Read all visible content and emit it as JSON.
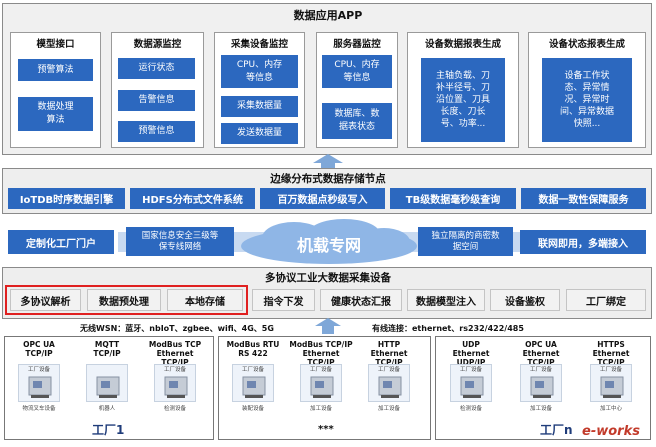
{
  "top_app": {
    "title": "数据应用APP",
    "modules": [
      {
        "title": "模型接口",
        "items": [
          "预警算法",
          "数据处理\n算法"
        ]
      },
      {
        "title": "数据源监控",
        "items": [
          "运行状态",
          "告警信息",
          "预警信息"
        ]
      },
      {
        "title": "采集设备监控",
        "items": [
          "CPU、内存\n等信息",
          "采集数据量",
          "发送数据量"
        ]
      },
      {
        "title": "服务器监控",
        "items": [
          "CPU、内存\n等信息",
          "数据库、数\n据表状态"
        ]
      },
      {
        "title": "设备数据报表生成",
        "items": [
          "主轴负载、刀\n补半径号、刀\n沿位置、刀具\n长度、刀长\n号、功率..."
        ]
      },
      {
        "title": "设备状态报表生成",
        "items": [
          "设备工作状\n态、异常情\n况、异常时\n间、异常数据\n快照..."
        ]
      }
    ]
  },
  "edge_storage": {
    "title": "边缘分布式数据存储节点",
    "items": [
      "IoTDB时序数据引擎",
      "HDFS分布式文件系统",
      "百万数据点秒级写入",
      "TB级数据毫秒级查询",
      "数据一致性保障服务"
    ]
  },
  "network": {
    "left": "定制化工厂门户",
    "left_mid": "国家信息安全三级等\n保专线网络",
    "center": "机载专网",
    "right_mid": "独立隔离的商密数\n据空间",
    "right": "联网即用，多端接入"
  },
  "collector": {
    "title": "多协议工业大数据采集设备",
    "items": [
      "多协议解析",
      "数据预处理",
      "本地存储",
      "指令下发",
      "健康状态汇报",
      "数据模型注入",
      "设备鉴权",
      "工厂绑定"
    ]
  },
  "connections": {
    "wireless": "无线WSN：蓝牙、nbIoT、zgbee、wifi、4G、5G",
    "wired": "有线连接：ethernet、rs232/422/485"
  },
  "factories": [
    {
      "label": "工厂1",
      "devices": [
        {
          "proto": "OPC UA\nTCP/IP",
          "tag": "工厂设备",
          "caption": "物流叉车设备"
        },
        {
          "proto": "MQTT\nTCP/IP",
          "tag": "",
          "caption": "机器人"
        },
        {
          "proto": "ModBus TCP\nEthernet TCP/IP",
          "tag": "工厂设备",
          "caption": "检测设备"
        }
      ]
    },
    {
      "label": "***",
      "devices": [
        {
          "proto": "ModBus RTU\nRS 422",
          "tag": "工厂设备",
          "caption": "装配设备"
        },
        {
          "proto": "ModBus TCP/IP\nEthernet TCP/IP",
          "tag": "工厂设备",
          "caption": "加工设备"
        },
        {
          "proto": "HTTP\nEthernet TCP/IP",
          "tag": "工厂设备",
          "caption": "加工设备"
        }
      ]
    },
    {
      "label": "工厂n",
      "devices": [
        {
          "proto": "UDP\nEthernet UDP/IP",
          "tag": "工厂设备",
          "caption": "检测设备"
        },
        {
          "proto": "OPC UA\nEthernet TCP/IP",
          "tag": "工厂设备",
          "caption": "加工设备"
        },
        {
          "proto": "HTTPS\nEthernet TCP/IP",
          "tag": "工厂设备",
          "caption": "加工中心"
        }
      ]
    }
  ],
  "watermark": "e-works",
  "colors": {
    "blue": "#2c68bf",
    "red_outline": "#e02020",
    "arrow": "#7ea7d8",
    "cloud": "#8fb6e6"
  }
}
